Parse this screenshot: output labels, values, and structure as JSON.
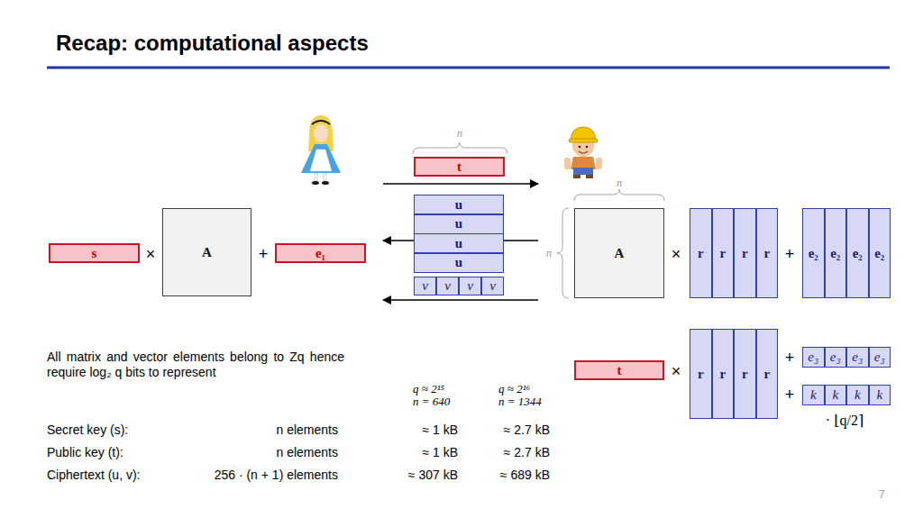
{
  "diagram": {
    "title": "Recap: computational aspects",
    "nodes": [
      {
        "text": [
          "s"
        ]
      },
      {
        "text": [
          "A"
        ]
      },
      {
        "text": [
          "e₁"
        ]
      },
      {
        "text": [
          "t"
        ]
      },
      {
        "text": [
          "u"
        ]
      },
      {
        "text": [
          "u"
        ]
      },
      {
        "text": [
          "u"
        ]
      },
      {
        "text": [
          "u"
        ]
      },
      {
        "text": [
          "v"
        ]
      },
      {
        "text": [
          "v"
        ]
      },
      {
        "text": [
          "v"
        ]
      },
      {
        "text": [
          "v"
        ]
      },
      {
        "text": [
          "A"
        ]
      },
      {
        "text": [
          "r"
        ]
      },
      {
        "text": [
          "r"
        ]
      },
      {
        "text": [
          "r"
        ]
      },
      {
        "text": [
          "r"
        ]
      },
      {
        "text": [
          "e₂"
        ]
      },
      {
        "text": [
          "e₂"
        ]
      },
      {
        "text": [
          "e₂"
        ]
      },
      {
        "text": [
          "e₂"
        ]
      },
      {
        "text": [
          "t"
        ]
      },
      {
        "text": [
          "r"
        ]
      },
      {
        "text": [
          "r"
        ]
      },
      {
        "text": [
          "r"
        ]
      },
      {
        "text": [
          "r"
        ]
      },
      {
        "text": [
          "e₃"
        ]
      },
      {
        "text": [
          "e₃"
        ]
      },
      {
        "text": [
          "e₃"
        ]
      },
      {
        "text": [
          "e₃"
        ]
      },
      {
        "text": [
          "k"
        ]
      },
      {
        "text": [
          "k"
        ]
      },
      {
        "text": [
          "k"
        ]
      },
      {
        "text": [
          "k"
        ]
      }
    ],
    "labels": [
      "×",
      "+",
      "n",
      "n",
      "n",
      "×",
      "+",
      "×",
      "+",
      "+",
      "· ⌊q/2⌉",
      "All matrix and vector elements belong to Zq hence require log₂ q bits to represent",
      "q ≈ 2¹⁵",
      "n = 640",
      "q ≈ 2¹⁶",
      "n = 1344",
      "Secret key (s):",
      "n elements",
      "≈ 1 kB",
      "≈ 2.7 kB",
      "Public key (t):",
      "n elements",
      "≈ 1 kB",
      "≈ 2.7 kB",
      "Ciphertext (u, v):",
      "256 · (n + 1) elements",
      "≈ 307 kB",
      "≈ 689 kB",
      "7"
    ]
  }
}
